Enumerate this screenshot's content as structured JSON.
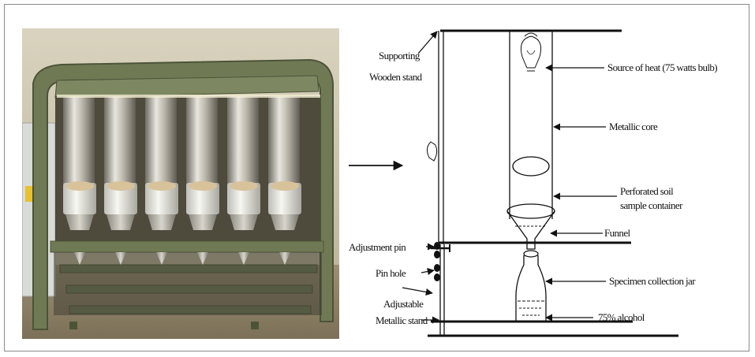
{
  "labels": {
    "supporting_stand_line1": "Supporting",
    "supporting_stand_line2": "Wooden stand",
    "source_of_heat": "Source of heat (75 watts bulb)",
    "metallic_core": "Metallic core",
    "perforated_line1": "Perforated soil",
    "perforated_line2": "sample container",
    "funnel": "Funnel",
    "adjustment_pin": "Adjustment pin",
    "pin_hole": "Pin hole",
    "adjustable_line1": "Adjustable",
    "adjustable_line2": "Metallic stand",
    "specimen_jar": "Specimen collection jar",
    "alcohol": "75% alcohol"
  },
  "photo": {
    "description_icon": "berlese-funnel-apparatus-photo",
    "funnel_count": 6
  },
  "colors": {
    "frame": "#8a8a8a",
    "cabinet": "#6f7a55",
    "line": "#111111"
  }
}
